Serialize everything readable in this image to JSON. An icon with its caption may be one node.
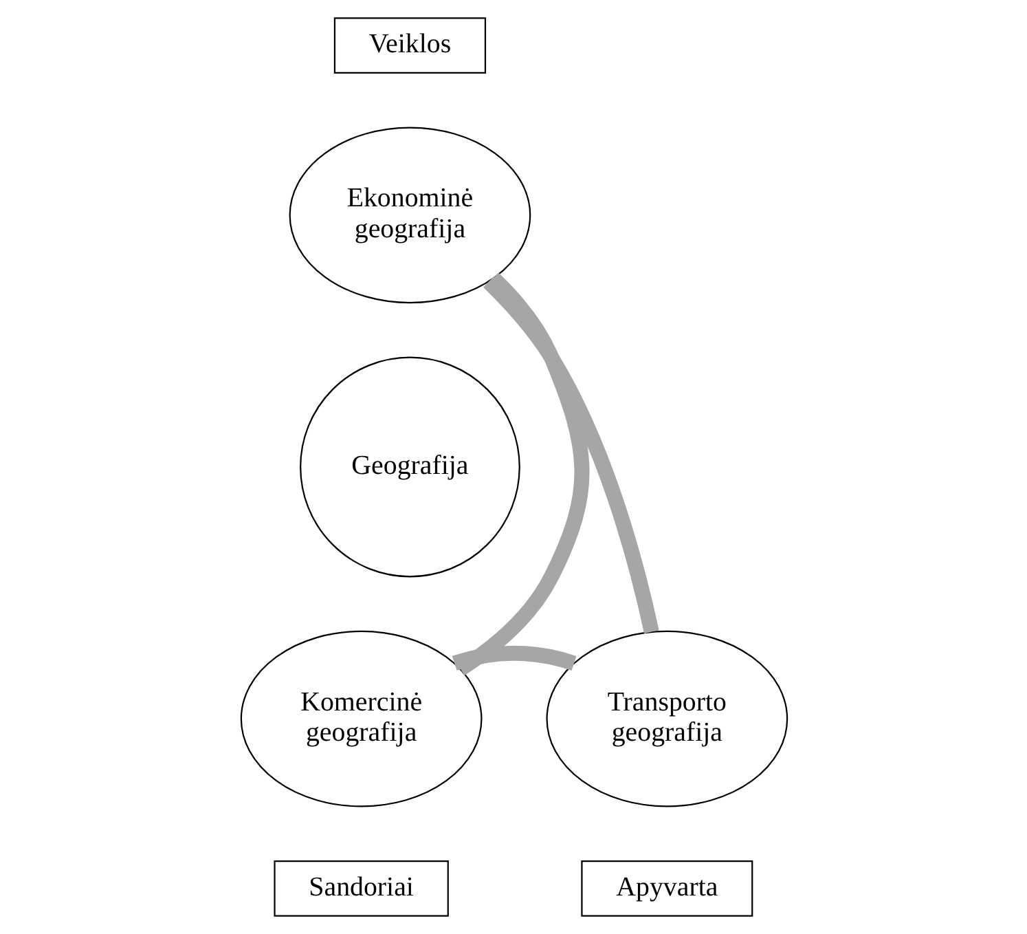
{
  "diagram": {
    "nodes": [
      {
        "text": [
          "Veiklos"
        ]
      },
      {
        "text": [
          "Ekonominė geografija"
        ]
      },
      {
        "text": [
          "Geografija"
        ]
      },
      {
        "text": [
          "Komercinė geografija"
        ]
      },
      {
        "text": [
          "Transporto geografija"
        ]
      },
      {
        "text": [
          "Sandoriai"
        ]
      },
      {
        "text": [
          "Apyvarta"
        ]
      }
    ],
    "edges": [
      {
        "from": 1,
        "to": 4,
        "arrow": "none"
      },
      {
        "from": 4,
        "to": 3,
        "arrow": "none"
      },
      {
        "from": 3,
        "to": 1,
        "arrow": "none"
      }
    ]
  }
}
